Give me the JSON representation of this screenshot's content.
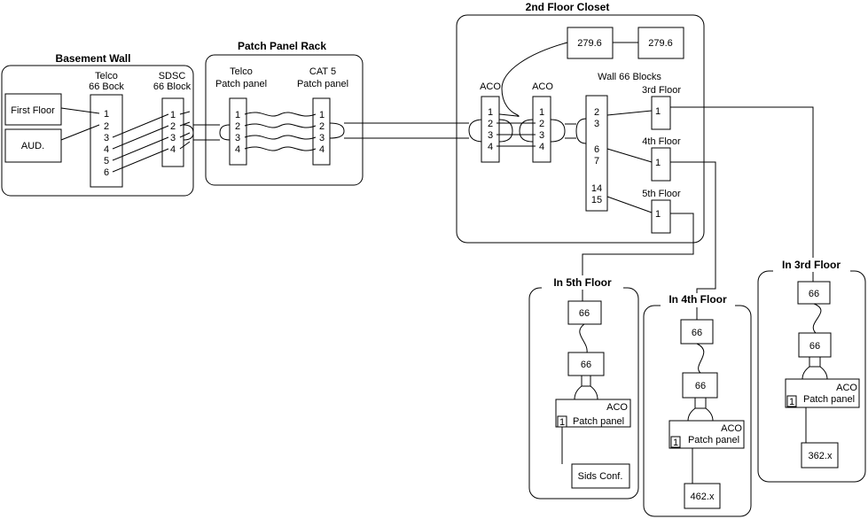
{
  "sections": {
    "basement": "Basement Wall",
    "patch_rack": "Patch Panel Rack",
    "closet": "2nd Floor Closet",
    "in5": "In 5th Floor",
    "in4": "In 4th Floor",
    "in3": "In 3rd Floor"
  },
  "basement": {
    "first_floor": "First Floor",
    "aud": "AUD.",
    "telco_line1": "Telco",
    "telco_line2": "66 Bock",
    "sdsc_line1": "SDSC",
    "sdsc_line2": "66 Block",
    "telco_pins": [
      "1",
      "2",
      "3",
      "4",
      "5",
      "6"
    ],
    "sdsc_pins": [
      "1",
      "2",
      "3",
      "4"
    ]
  },
  "rack": {
    "telco_line1": "Telco",
    "telco_line2": "Patch panel",
    "cat5_line1": "CAT 5",
    "cat5_line2": "Patch panel",
    "telco_pins": [
      "1",
      "2",
      "3",
      "4"
    ],
    "cat5_pins": [
      "1",
      "2",
      "3",
      "4"
    ]
  },
  "closet": {
    "box_a": "279.6",
    "box_b": "279.6",
    "aco_left": "ACO",
    "aco_right": "ACO",
    "aco_left_pins": [
      "1",
      "2",
      "3",
      "4"
    ],
    "aco_right_pins": [
      "1",
      "2",
      "3",
      "4"
    ],
    "wall_title": "Wall 66 Blocks",
    "wall_nums": [
      "2",
      "3",
      "6",
      "7",
      "14",
      "15"
    ],
    "floor3": "3rd Floor",
    "floor4": "4th Floor",
    "floor5": "5th Floor",
    "floor_pin": "1"
  },
  "floor5": {
    "block_top": "66",
    "block_bottom": "66",
    "aco": "ACO",
    "panel": "Patch panel",
    "pin": "1",
    "end": "Sids Conf."
  },
  "floor4": {
    "block_top": "66",
    "block_bottom": "66",
    "aco": "ACO",
    "panel": "Patch panel",
    "pin": "1",
    "end": "462.x"
  },
  "floor3": {
    "block_top": "66",
    "block_bottom": "66",
    "aco": "ACO",
    "panel": "Patch panel",
    "pin": "1",
    "end": "362.x"
  }
}
